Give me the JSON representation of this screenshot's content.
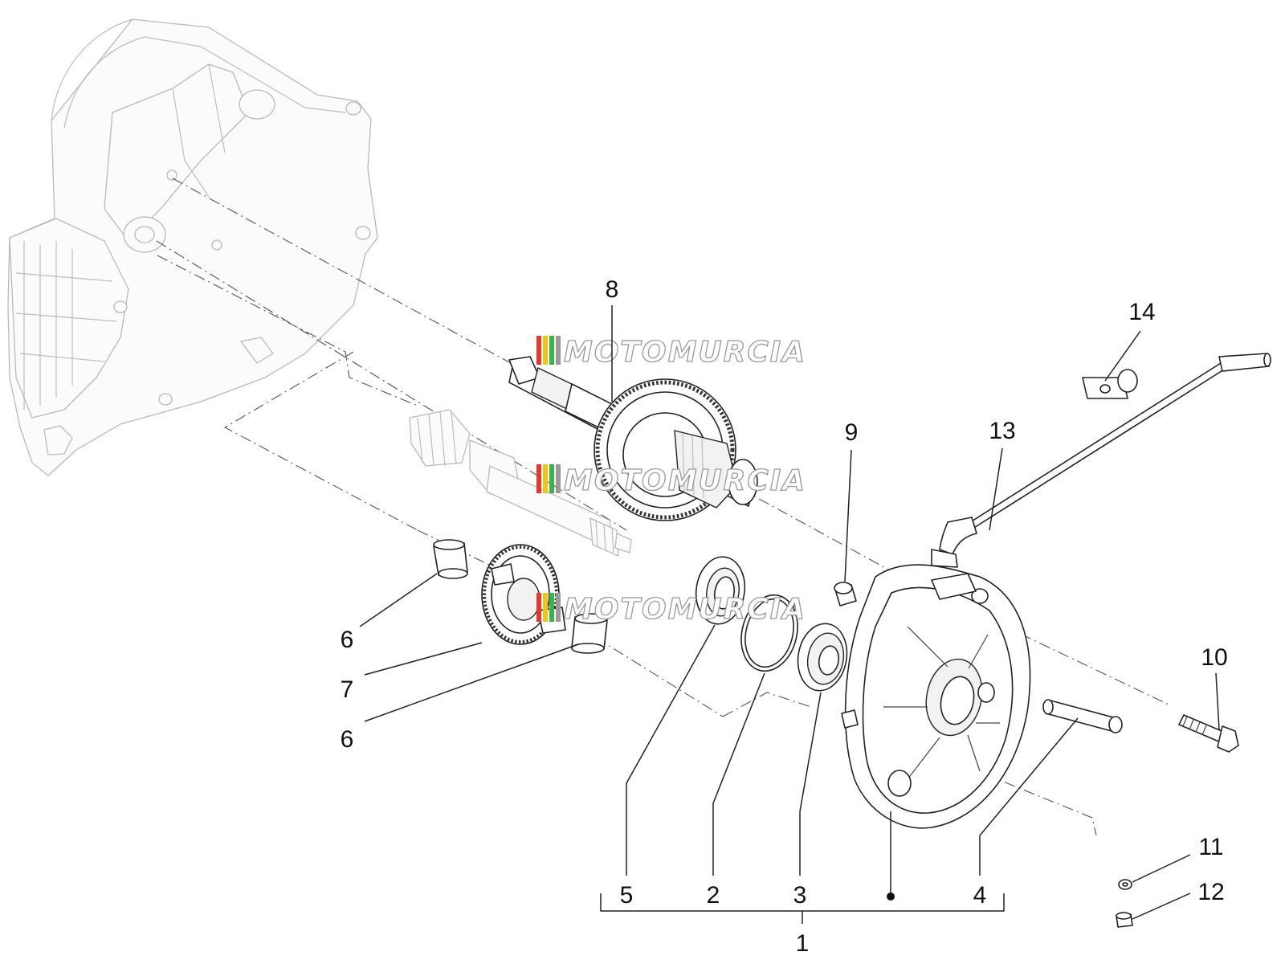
{
  "watermark": {
    "text": "MOTOMURCIA",
    "stripe_colors": [
      "#e23b2e",
      "#f0c419",
      "#3bb34a",
      "#9a9a9a"
    ]
  },
  "callouts": {
    "c1": "1",
    "c2": "2",
    "c3": "3",
    "c4": "4",
    "c5": "5",
    "c6a": "6",
    "c6b": "6",
    "c7": "7",
    "c8": "8",
    "c9": "9",
    "c10": "10",
    "c11": "11",
    "c12": "12",
    "c13": "13",
    "c14": "14"
  }
}
